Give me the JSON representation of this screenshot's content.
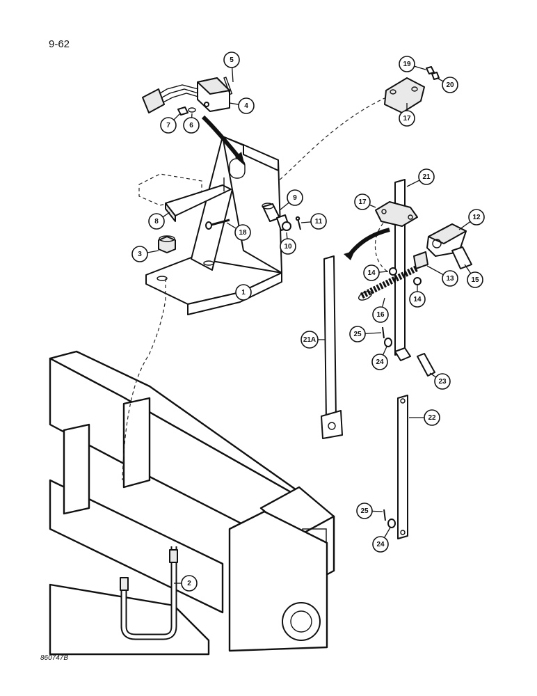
{
  "page": {
    "number": "9-62",
    "drawing_code": "860747B"
  },
  "callouts": [
    {
      "id": "c1",
      "label": "1"
    },
    {
      "id": "c2",
      "label": "2"
    },
    {
      "id": "c3",
      "label": "3"
    },
    {
      "id": "c4",
      "label": "4"
    },
    {
      "id": "c5",
      "label": "5"
    },
    {
      "id": "c6",
      "label": "6"
    },
    {
      "id": "c7",
      "label": "7"
    },
    {
      "id": "c8",
      "label": "8"
    },
    {
      "id": "c9",
      "label": "9"
    },
    {
      "id": "c10",
      "label": "10"
    },
    {
      "id": "c11",
      "label": "11"
    },
    {
      "id": "c12",
      "label": "12"
    },
    {
      "id": "c13",
      "label": "13"
    },
    {
      "id": "c14a",
      "label": "14"
    },
    {
      "id": "c14b",
      "label": "14"
    },
    {
      "id": "c15",
      "label": "15"
    },
    {
      "id": "c16",
      "label": "16"
    },
    {
      "id": "c17a",
      "label": "17"
    },
    {
      "id": "c17b",
      "label": "17"
    },
    {
      "id": "c18",
      "label": "18"
    },
    {
      "id": "c19",
      "label": "19"
    },
    {
      "id": "c20",
      "label": "20"
    },
    {
      "id": "c21",
      "label": "21"
    },
    {
      "id": "c21a",
      "label": "21A"
    },
    {
      "id": "c22",
      "label": "22"
    },
    {
      "id": "c23",
      "label": "23"
    },
    {
      "id": "c24a",
      "label": "24"
    },
    {
      "id": "c24b",
      "label": "24"
    },
    {
      "id": "c25a",
      "label": "25"
    },
    {
      "id": "c25b",
      "label": "25"
    }
  ]
}
